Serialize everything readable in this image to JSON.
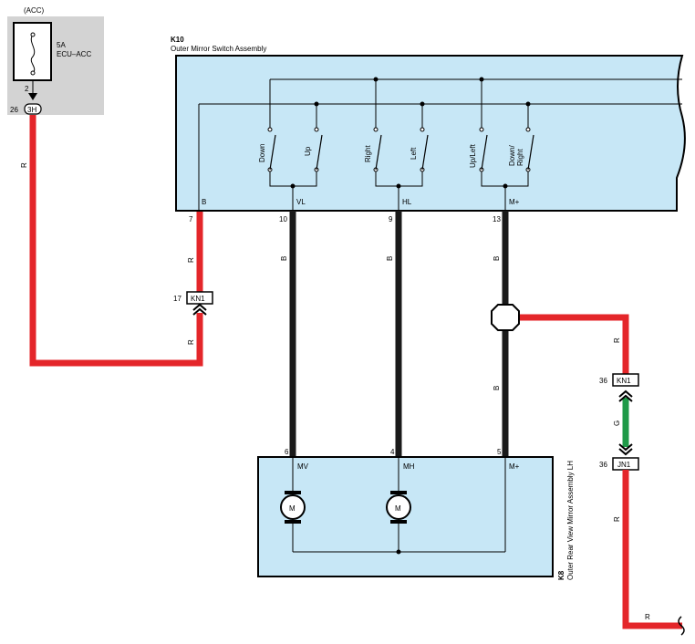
{
  "fuse": {
    "supply": "(ACC)",
    "rating": "5A",
    "name": "ECU–ACC",
    "pin": "2",
    "conn_pin": "26",
    "conn": "3H"
  },
  "switch": {
    "id": "K10",
    "name": "Outer Mirror Switch Assembly",
    "contacts": [
      "Down",
      "Up",
      "Right",
      "Left",
      "Up/Left",
      "Down/",
      "Right"
    ],
    "terms": {
      "b": "B",
      "vl": "VL",
      "hl": "HL",
      "m": "M+"
    },
    "pins": {
      "b": "7",
      "vl": "10",
      "hl": "9",
      "m": "13"
    }
  },
  "wires": {
    "red": "R",
    "black": "B",
    "green": "G"
  },
  "colors": {
    "red": "#e4262a",
    "green": "#1f9a48",
    "black": "#1a1a1a",
    "fill": "#c7e7f6"
  },
  "kn1_left": {
    "pin": "17",
    "name": "KN1"
  },
  "kn1_right": {
    "pin": "36",
    "name": "KN1"
  },
  "jn1": {
    "pin": "36",
    "name": "JN1"
  },
  "mirror": {
    "id": "K8",
    "name": "Outer Rear View Mirror Assembly LH",
    "terms": {
      "mv": "MV",
      "mh": "MH",
      "m": "M+"
    },
    "pins": {
      "mv": "6",
      "mh": "4",
      "m": "5"
    },
    "motor": "M"
  }
}
